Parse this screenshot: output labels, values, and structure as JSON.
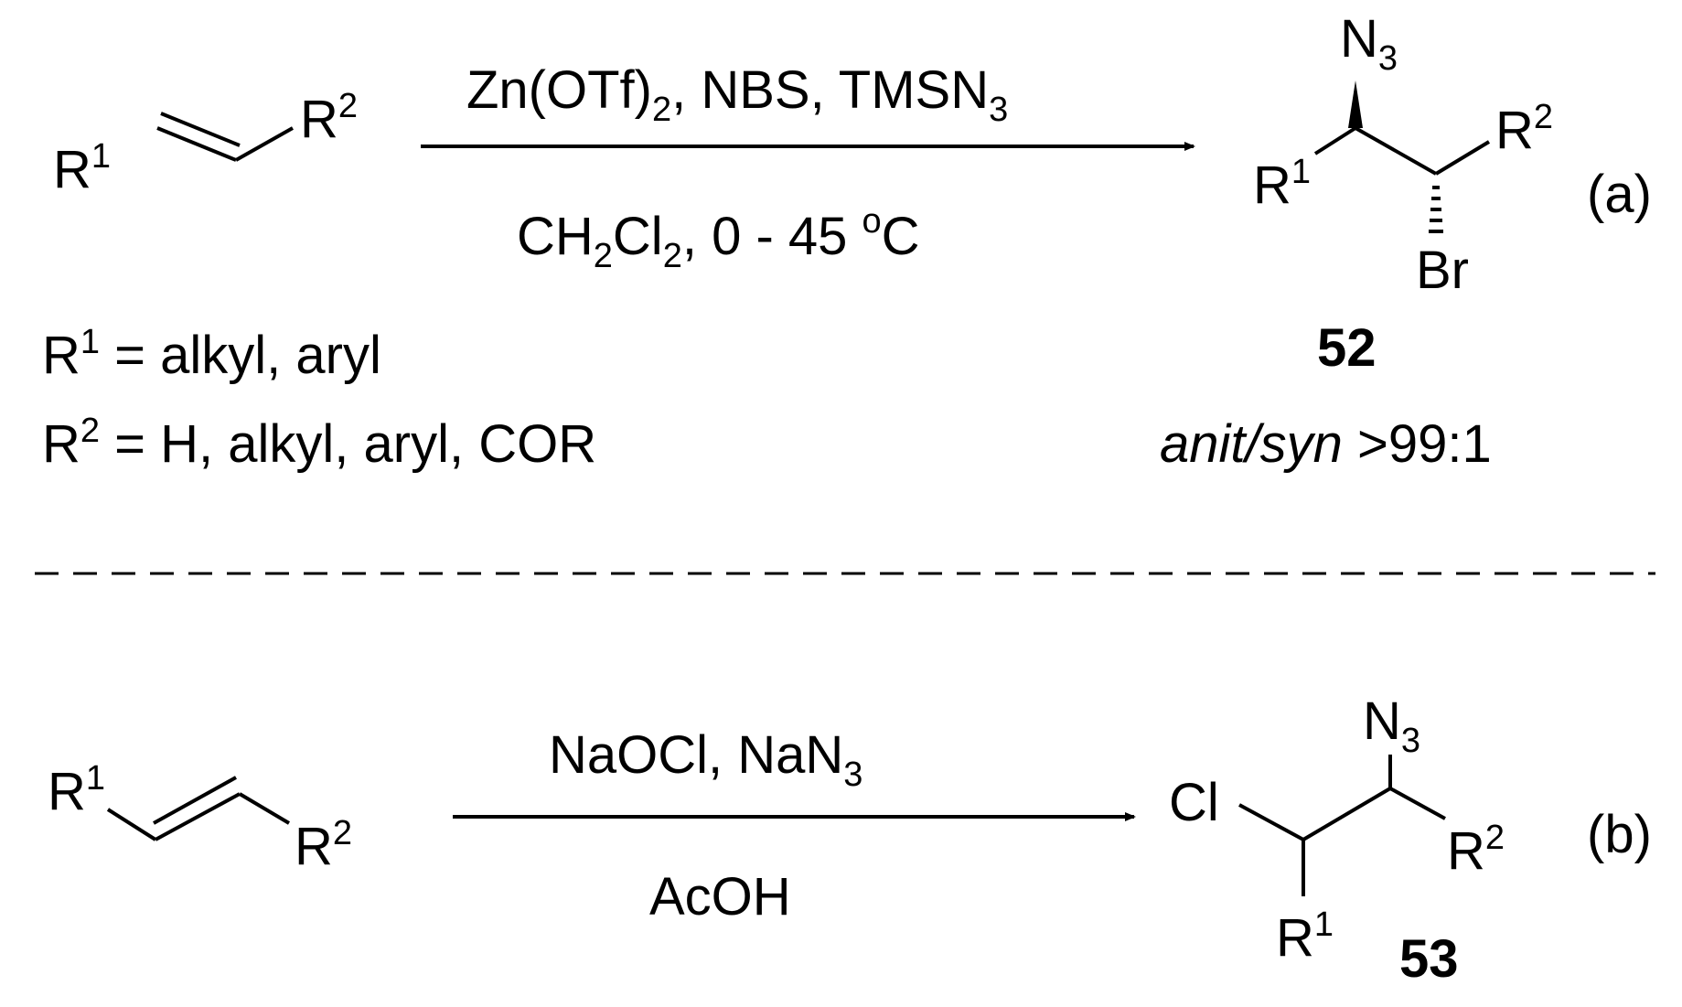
{
  "reaction_a": {
    "reactant": {
      "r1": "R",
      "r1_sup": "1",
      "r2": "R",
      "r2_sup": "2"
    },
    "reagents_above": {
      "t1": "Zn(OTf)",
      "t1_sub": "2",
      "t2": ", NBS, TMSN",
      "t2_sub": "3"
    },
    "conditions_below": {
      "t1": "CH",
      "t1_sub": "2",
      "t2": "Cl",
      "t2_sub": "2",
      "t3": ", 0 - 45 ",
      "t3_sup": "o",
      "t4": "C"
    },
    "product": {
      "n": "N",
      "n_sub": "3",
      "r1": "R",
      "r1_sup": "1",
      "r2": "R",
      "r2_sup": "2",
      "br": "Br",
      "compound_number": "52",
      "selectivity_italic": "anit/syn",
      "selectivity_value": " >99:1"
    },
    "definitions": [
      {
        "r": "R",
        "sup": "1",
        "text": " =  alkyl, aryl"
      },
      {
        "r": "R",
        "sup": "2",
        "text": " = H, alkyl, aryl, COR"
      }
    ],
    "tag": "(a)"
  },
  "reaction_b": {
    "reactant": {
      "r1": "R",
      "r1_sup": "1",
      "r2": "R",
      "r2_sup": "2"
    },
    "reagents_above": {
      "t1": "NaOCl, NaN",
      "t1_sub": "3"
    },
    "conditions_below": {
      "t1": "AcOH"
    },
    "product": {
      "n": "N",
      "n_sub": "3",
      "cl": "Cl",
      "r1": "R",
      "r1_sup": "1",
      "r2": "R",
      "r2_sup": "2",
      "compound_number": "53"
    },
    "tag": "(b)"
  }
}
